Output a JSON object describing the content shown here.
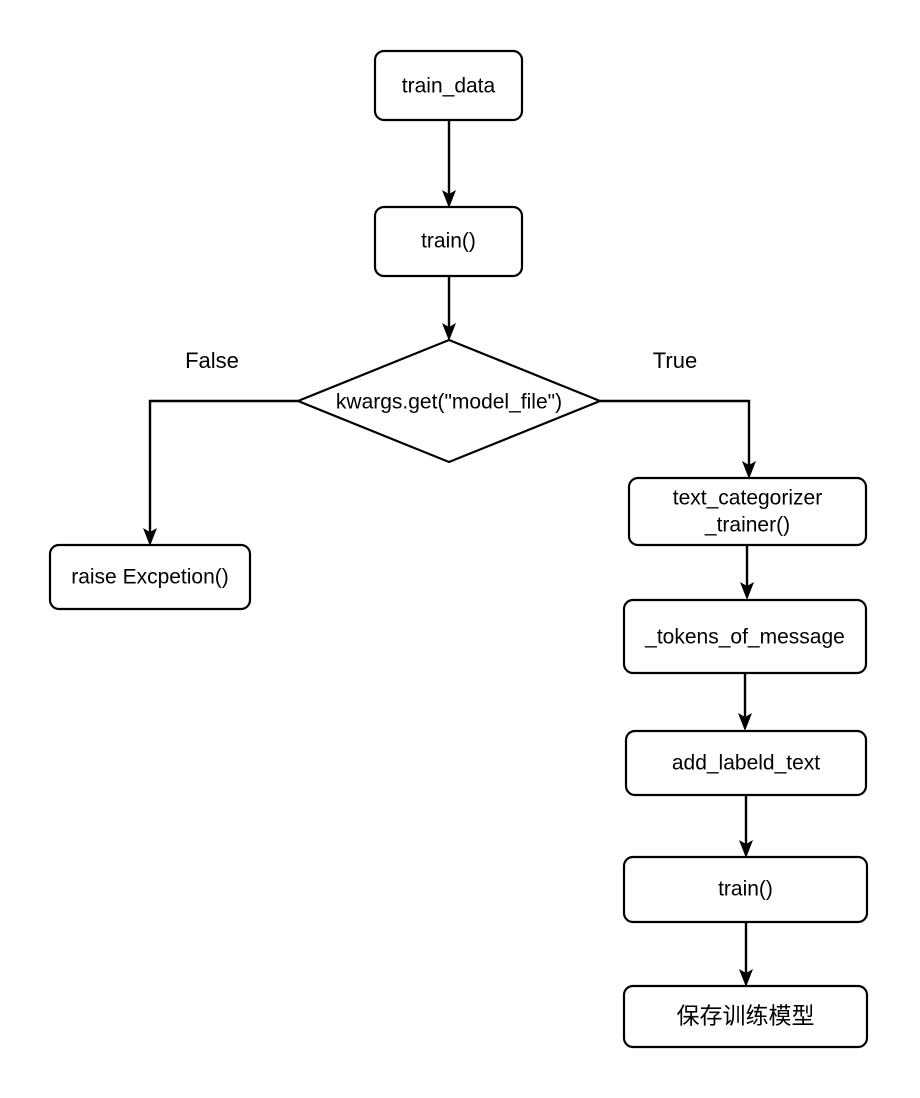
{
  "diagram": {
    "type": "flowchart",
    "title": "",
    "background_color": "#ffffff",
    "line_color": "#000000",
    "node_fill_color": "#ffffff",
    "text_color": "#000000",
    "nodes": [
      {
        "id": "train_data",
        "shape": "rounded-rect",
        "label": "train_data"
      },
      {
        "id": "train_call",
        "shape": "rounded-rect",
        "label": "train()"
      },
      {
        "id": "decision",
        "shape": "diamond",
        "label": "kwargs.get(\"model_file\")"
      },
      {
        "id": "raise_exception",
        "shape": "rounded-rect",
        "label": "raise Excpetion()"
      },
      {
        "id": "text_categorizer",
        "shape": "rounded-rect",
        "label_line1": "text_categorizer",
        "label_line2": "_trainer()"
      },
      {
        "id": "tokens_of_message",
        "shape": "rounded-rect",
        "label": "_tokens_of_message"
      },
      {
        "id": "add_labeld_text",
        "shape": "rounded-rect",
        "label": "add_labeld_text"
      },
      {
        "id": "train_bottom",
        "shape": "rounded-rect",
        "label": "train()"
      },
      {
        "id": "save_model",
        "shape": "rounded-rect",
        "label": "保存训练模型"
      }
    ],
    "branch_labels": {
      "false": "False",
      "true": "True"
    },
    "edges": [
      {
        "from": "train_data",
        "to": "train_call",
        "label": ""
      },
      {
        "from": "train_call",
        "to": "decision",
        "label": ""
      },
      {
        "from": "decision",
        "to": "raise_exception",
        "label": "False"
      },
      {
        "from": "decision",
        "to": "text_categorizer",
        "label": "True"
      },
      {
        "from": "text_categorizer",
        "to": "tokens_of_message",
        "label": ""
      },
      {
        "from": "tokens_of_message",
        "to": "add_labeld_text",
        "label": ""
      },
      {
        "from": "add_labeld_text",
        "to": "train_bottom",
        "label": ""
      },
      {
        "from": "train_bottom",
        "to": "save_model",
        "label": ""
      }
    ]
  }
}
